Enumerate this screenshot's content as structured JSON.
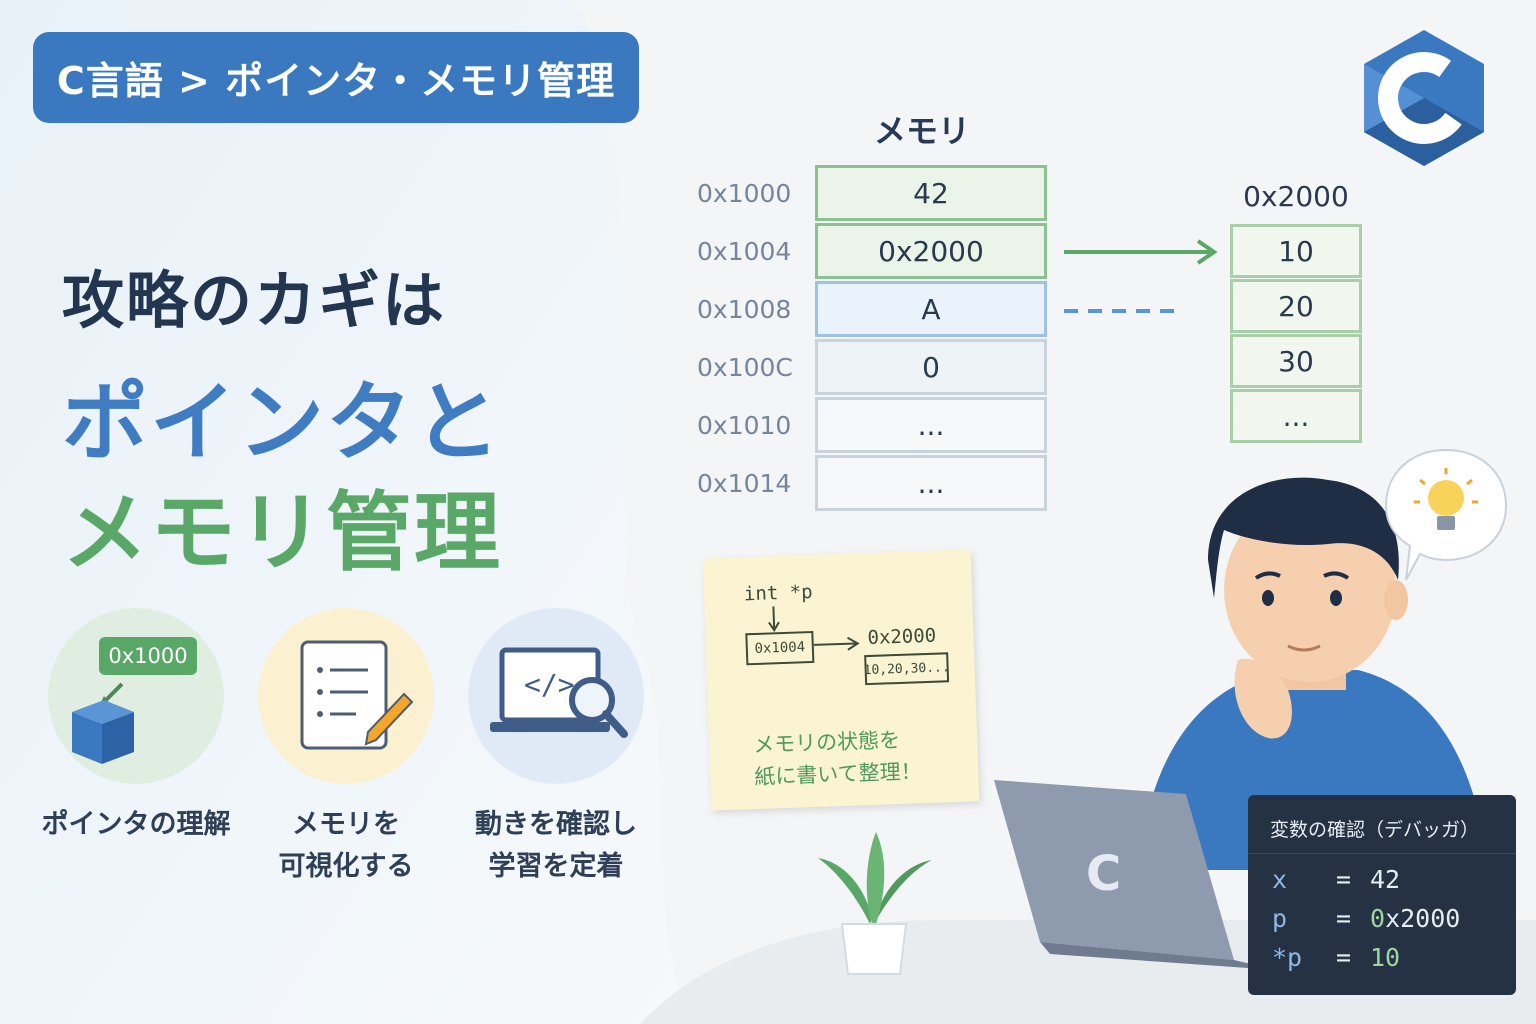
{
  "breadcrumb": "C言語 > ポインタ・メモリ管理",
  "headline": {
    "line1": "攻略のカギは",
    "line2": "ポインタと",
    "line3": "メモリ管理"
  },
  "features": [
    {
      "badge": "0x1000",
      "icon": "cube-pointer-icon",
      "label_line1": "ポインタの理解",
      "label_line2": ""
    },
    {
      "icon": "notepad-pencil-icon",
      "label_line1": "メモリを",
      "label_line2": "可視化する"
    },
    {
      "icon": "laptop-code-search-icon",
      "label_line1": "動きを確認し",
      "label_line2": "学習を定着"
    }
  ],
  "memory": {
    "title": "メモリ",
    "rows": [
      {
        "address": "0x1000",
        "value": "42"
      },
      {
        "address": "0x1004",
        "value": "0x2000"
      },
      {
        "address": "0x1008",
        "value": "A"
      },
      {
        "address": "0x100C",
        "value": "0"
      },
      {
        "address": "0x1010",
        "value": "..."
      },
      {
        "address": "0x1014",
        "value": "..."
      }
    ]
  },
  "array": {
    "title": "0x2000",
    "values": [
      "10",
      "20",
      "30",
      "..."
    ]
  },
  "note": {
    "code": "int *p",
    "box_address": "0x1004",
    "target": "0x2000",
    "target_values": "10,20,30...",
    "message_line1": "メモリの状態を",
    "message_line2": "紙に書いて整理！"
  },
  "debugger": {
    "title": "変数の確認（デバッガ）",
    "rows": [
      {
        "name": "x",
        "eq": "=",
        "value": "42"
      },
      {
        "name": "p",
        "eq": "=",
        "value_prefix": "0",
        "value_rest": "x2000"
      },
      {
        "name": "*p",
        "eq": "=",
        "value": "10"
      }
    ]
  },
  "laptop_logo": "C",
  "colors": {
    "accent_blue": "#3a78c0",
    "accent_green": "#5aa868",
    "dark_text": "#233650",
    "debug_bg": "#253244"
  }
}
